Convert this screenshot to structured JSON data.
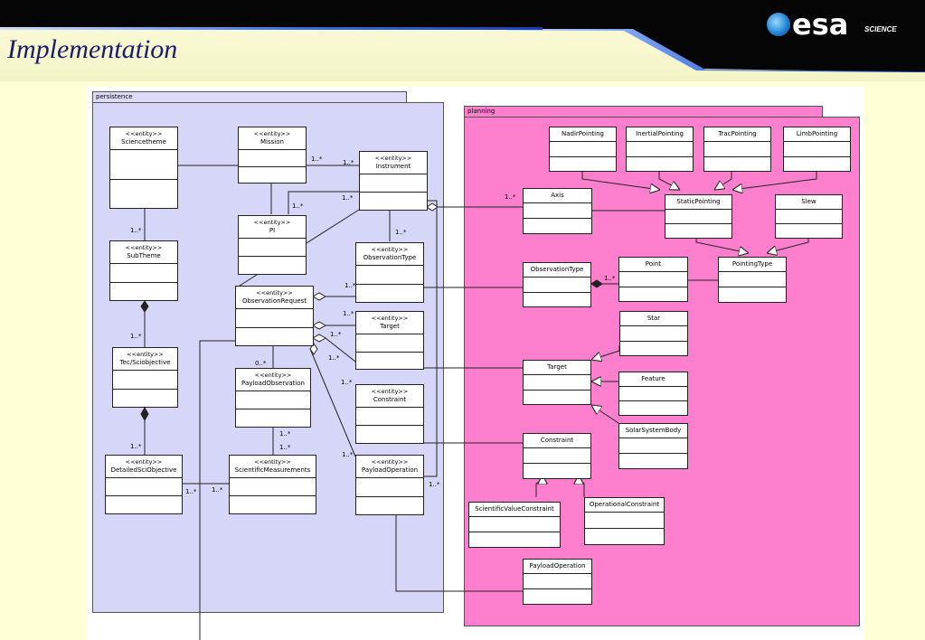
{
  "slide": {
    "title": "Implementation",
    "logo_text": "esa",
    "logo_sub": "SCIENCE"
  },
  "packages": {
    "persistence": "persistence",
    "planning": "planning"
  },
  "stereotype": "<<entity>>",
  "classes": {
    "sciencetheme": {
      "name": "Sciencetheme",
      "entity": true
    },
    "mission": {
      "name": "Mission",
      "entity": true
    },
    "instrument": {
      "name": "Instrument",
      "entity": true
    },
    "pi": {
      "name": "PI",
      "entity": true
    },
    "subtheme": {
      "name": "SubTheme",
      "entity": true
    },
    "observation_type": {
      "name": "ObservationType",
      "entity": true
    },
    "observation_request": {
      "name": "ObservationRequest",
      "entity": true
    },
    "target_p": {
      "name": "Target",
      "entity": true
    },
    "tec_sciobjective": {
      "name": "Tec/Sciobjective",
      "entity": true
    },
    "payload_observation": {
      "name": "PayloadObservation",
      "entity": true
    },
    "constraint_p": {
      "name": "Constraint",
      "entity": true
    },
    "detailed_sci_objective": {
      "name": "DetailedSciObjective",
      "entity": true
    },
    "scientific_measurements": {
      "name": "ScientificMeasurements",
      "entity": true
    },
    "payload_operation_p": {
      "name": "PayloadOperation",
      "entity": true
    },
    "nadir_pointing": {
      "name": "NadirPointing"
    },
    "inertial_pointing": {
      "name": "InertialPointing"
    },
    "trac_pointing": {
      "name": "TracPointing"
    },
    "limb_pointing": {
      "name": "LimbPointing"
    },
    "axis": {
      "name": "Axis"
    },
    "static_pointing": {
      "name": "StaticPointing"
    },
    "slew": {
      "name": "Slew"
    },
    "observation_type_pl": {
      "name": "ObservationType"
    },
    "point": {
      "name": "Point"
    },
    "pointing_type": {
      "name": "PointingType"
    },
    "star": {
      "name": "Star"
    },
    "target_pl": {
      "name": "Target"
    },
    "feature": {
      "name": "Feature"
    },
    "solar_system_body": {
      "name": "SolarSystemBody"
    },
    "constraint_pl": {
      "name": "Constraint"
    },
    "scientific_value_constraint": {
      "name": "ScientificValueConstraint"
    },
    "operational_constraint": {
      "name": "OperationalConstraint"
    },
    "payload_operation_pl": {
      "name": "PayloadOperation"
    }
  },
  "multiplicities": {
    "m_mission_instr_a": "1..*",
    "m_mission_instr_b": "1..*",
    "m_instr_pi_a": "1..*",
    "m_instr_pi_b": "1..*",
    "m_subtheme": "1..*",
    "m_instr_obstype": "1..*",
    "m_tec": "1..*",
    "m_obsreq_obstype": "1..*",
    "m_obsreq_target": "1..*",
    "m_obsreq_target2": "1..*",
    "m_obsreq_payobs": "0..*",
    "m_obsreq_constraint": "1..*",
    "m_obsreq_constraint2": "1..*",
    "m_detailed": "1..*",
    "m_sci_a": "1..*",
    "m_sci_b": "1..*",
    "m_det_sci_a": "1..*",
    "m_det_sci_b": "1..*",
    "m_payop": "1..*",
    "m_payop_instr": "1..*",
    "m_axis": "1..*",
    "m_point": "1..*"
  }
}
